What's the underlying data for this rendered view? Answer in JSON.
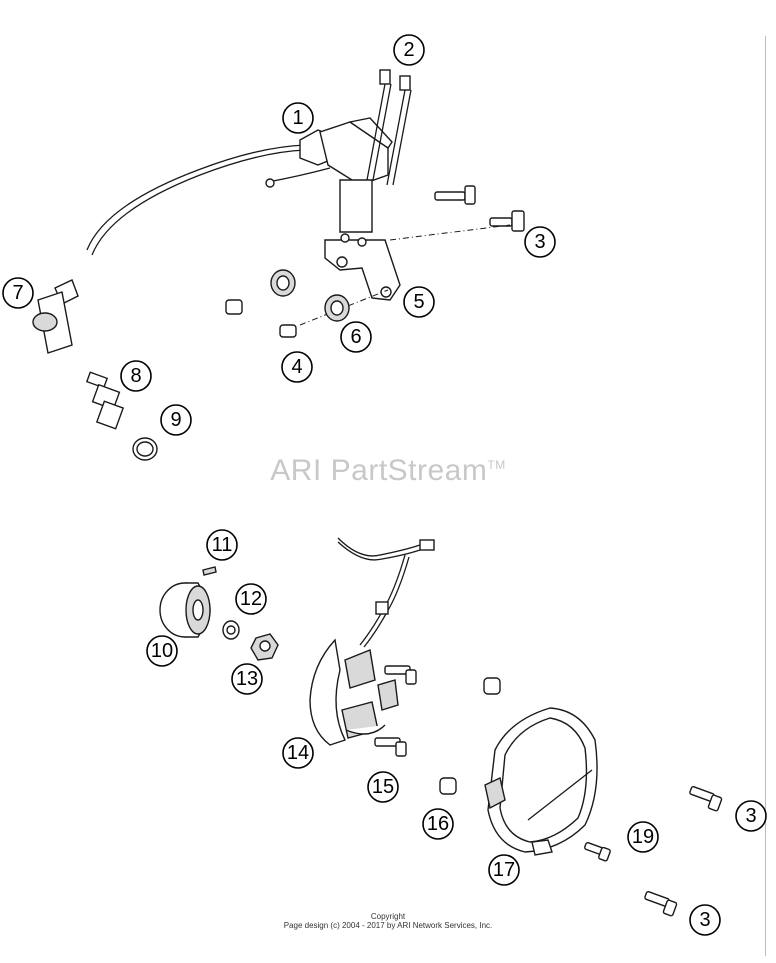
{
  "watermark": {
    "text": "ARI PartStream",
    "mark": "TM"
  },
  "copyright": {
    "line1": "Copyright",
    "line2": "Page design (c) 2004 - 2017 by ARI Network Services, Inc."
  },
  "callouts": [
    {
      "id": "callout-1",
      "label": "1"
    },
    {
      "id": "callout-2",
      "label": "2"
    },
    {
      "id": "callout-3a",
      "label": "3"
    },
    {
      "id": "callout-4",
      "label": "4"
    },
    {
      "id": "callout-5",
      "label": "5"
    },
    {
      "id": "callout-6",
      "label": "6"
    },
    {
      "id": "callout-7",
      "label": "7"
    },
    {
      "id": "callout-8",
      "label": "8"
    },
    {
      "id": "callout-9",
      "label": "9"
    },
    {
      "id": "callout-11",
      "label": "11"
    },
    {
      "id": "callout-12",
      "label": "12"
    },
    {
      "id": "callout-10",
      "label": "10"
    },
    {
      "id": "callout-13",
      "label": "13"
    },
    {
      "id": "callout-14",
      "label": "14"
    },
    {
      "id": "callout-15",
      "label": "15"
    },
    {
      "id": "callout-16",
      "label": "16"
    },
    {
      "id": "callout-17",
      "label": "17"
    },
    {
      "id": "callout-19",
      "label": "19"
    },
    {
      "id": "callout-3b",
      "label": "3"
    },
    {
      "id": "callout-3c",
      "label": "3"
    }
  ]
}
